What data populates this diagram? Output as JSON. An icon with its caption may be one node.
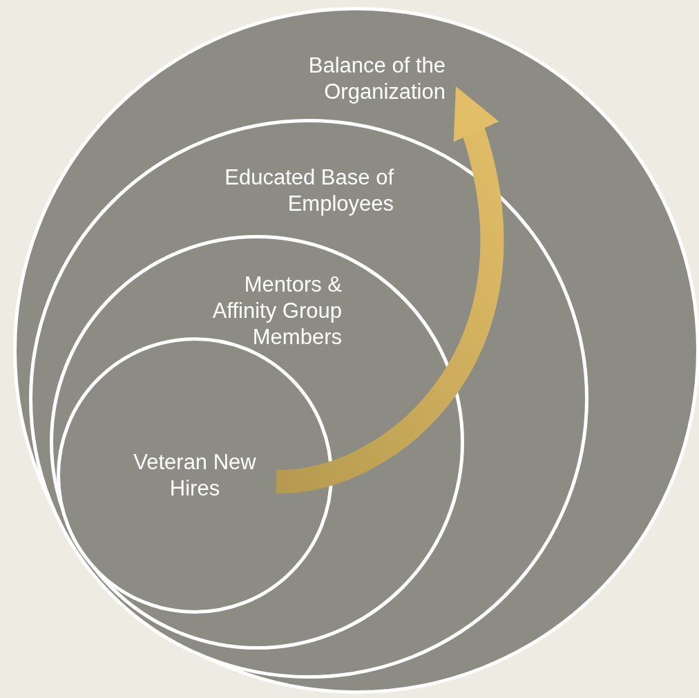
{
  "diagram": {
    "nodes": [
      {
        "text": [
          "Balance of the Organization"
        ]
      },
      {
        "text": [
          "Educated Base of Employees"
        ],
        "in": 0
      },
      {
        "text": [
          "Mentors & Affinity Group Members"
        ],
        "in": 1
      },
      {
        "text": [
          "Veteran New Hires"
        ],
        "in": 2
      }
    ],
    "edges": [
      {
        "from": 3,
        "to": 0,
        "arrow": "to",
        "style": "thick"
      }
    ]
  }
}
